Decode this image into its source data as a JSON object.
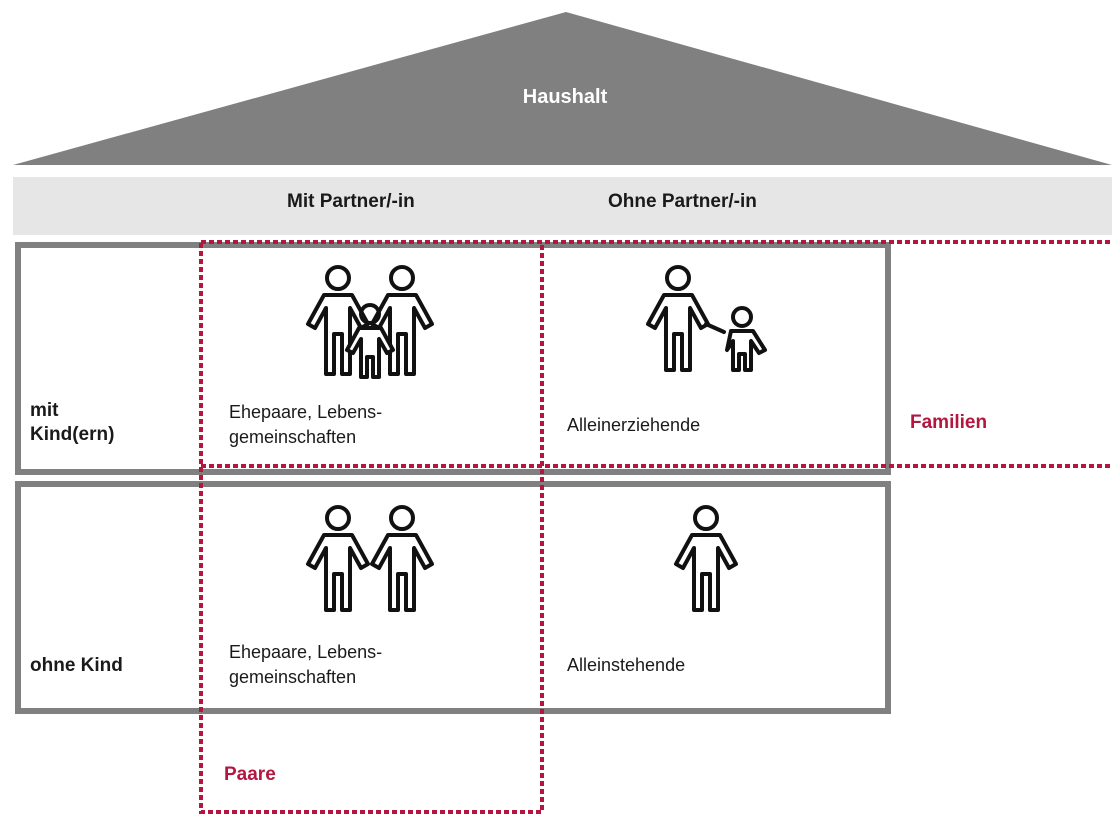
{
  "title": "Haushalt",
  "columns": [
    "Mit Partner/-in",
    "Ohne Partner/-in"
  ],
  "rows": [
    {
      "label": "mit\nKind(ern)",
      "cells": [
        "Ehepaare, Lebens-\ngemeinschaften",
        "Alleinerziehende"
      ]
    },
    {
      "label": "ohne Kind",
      "cells": [
        "Ehepaare, Lebens-\ngemeinschaften",
        "Alleinstehende"
      ]
    }
  ],
  "groups": {
    "families": "Familien",
    "couples": "Paare"
  },
  "icons": {
    "row1_col1": "two-adults-with-child-icon",
    "row1_col2": "adult-with-child-icon",
    "row2_col1": "two-adults-icon",
    "row2_col2": "single-adult-icon"
  },
  "colors": {
    "roof": "#808080",
    "header_band": "#e6e6e6",
    "box_border": "#808080",
    "accent": "#b3163f",
    "text": "#1a1a1a"
  }
}
